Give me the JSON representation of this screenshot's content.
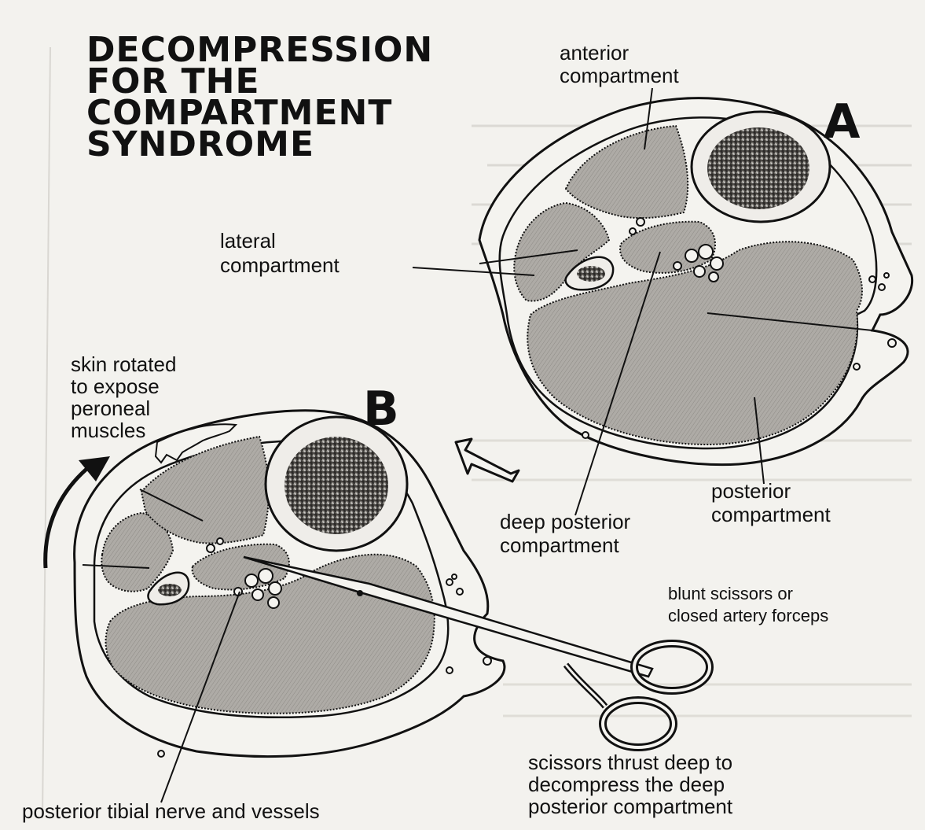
{
  "title": [
    "DECOMPRESSION",
    "FOR THE",
    "COMPARTMENT",
    "SYNDROME"
  ],
  "figure_labels": {
    "a": "A",
    "b": "B"
  },
  "labels": {
    "anterior": [
      "anterior",
      "compartment"
    ],
    "lateral": [
      "lateral",
      "compartment"
    ],
    "posterior": [
      "posterior",
      "compartment"
    ],
    "deep_posterior": [
      "deep posterior",
      "compartment"
    ],
    "skin_rotated": [
      "skin rotated",
      "to expose",
      "peroneal",
      "muscles"
    ],
    "scissors": [
      "blunt scissors or",
      "closed artery forceps"
    ],
    "thrust": [
      "scissors thrust deep to",
      "decompress the deep",
      "posterior compartment"
    ],
    "nerve": "posterior tibial nerve and vessels"
  },
  "colors": {
    "muscle": "#a9a6a2",
    "ink": "#111111",
    "paper": "#f3f2ee",
    "bone": "#e8e6e2"
  }
}
